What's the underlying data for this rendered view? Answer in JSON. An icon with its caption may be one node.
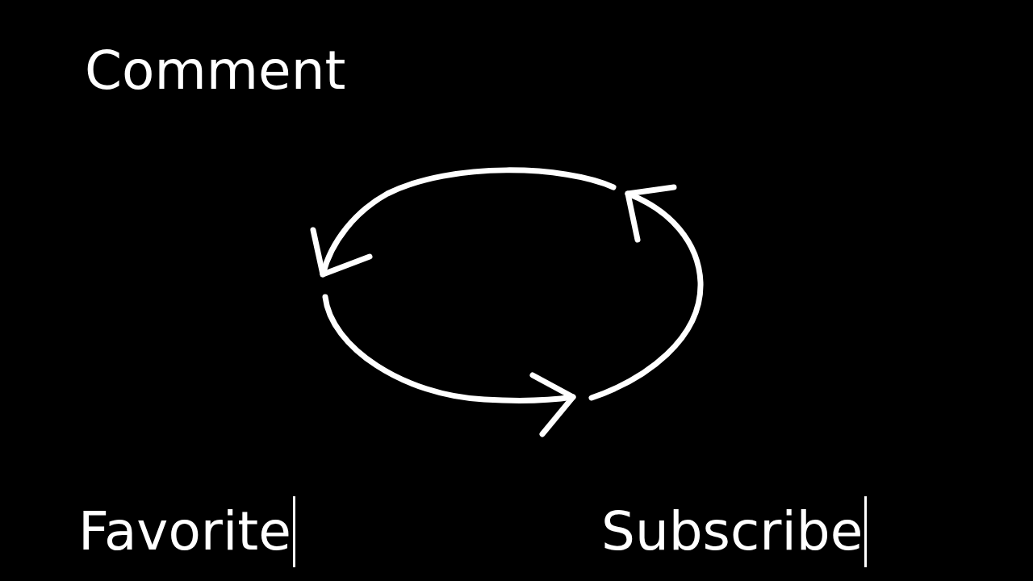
{
  "diagram": {
    "labels": [
      "Comment",
      "Favorite",
      "Subscribe"
    ]
  }
}
